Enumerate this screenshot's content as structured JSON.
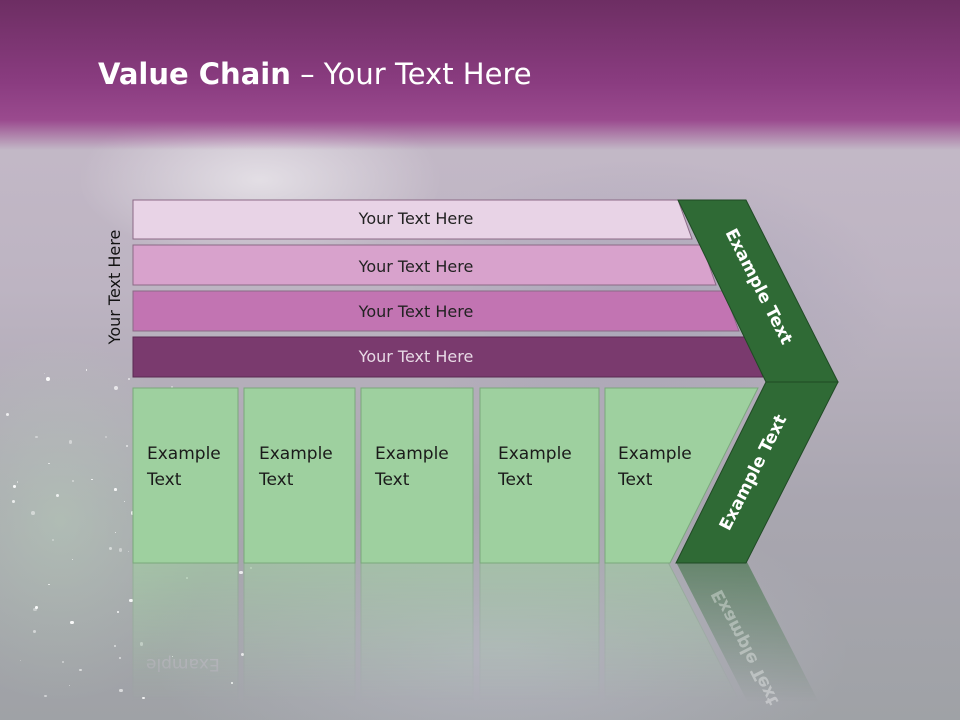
{
  "title": {
    "bold": "Value Chain",
    "rest": " – Your Text Here"
  },
  "side_label": "Your Text Here",
  "bars": [
    {
      "label": "Your Text Here",
      "color": "#e8d3e6"
    },
    {
      "label": "Your Text Here",
      "color": "#d8a2cc"
    },
    {
      "label": "Your Text Here",
      "color": "#c274b2"
    },
    {
      "label": "Your Text Here",
      "color": "#7a3a6e"
    }
  ],
  "boxes": [
    {
      "line1": "Example",
      "line2": "Text"
    },
    {
      "line1": "Example",
      "line2": "Text"
    },
    {
      "line1": "Example",
      "line2": "Text"
    },
    {
      "line1": "Example",
      "line2": "Text"
    },
    {
      "line1": "Example",
      "line2": "Text"
    }
  ],
  "chevron_top_label": "Example Text",
  "chevron_bottom_label": "Example Text",
  "colors": {
    "box_green": "#9ed09f",
    "chevron_green": "#2f6a35",
    "title_purple": "#8a3c80"
  }
}
